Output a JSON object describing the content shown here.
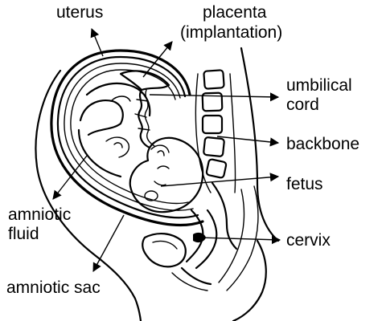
{
  "labels": {
    "uterus": "uterus",
    "placenta_line1": "placenta",
    "placenta_line2": "(implantation)",
    "umbilical_line1": "umbilical",
    "umbilical_line2": "cord",
    "backbone": "backbone",
    "fetus": "fetus",
    "amniotic_fluid_line1": "amniotic",
    "amniotic_fluid_line2": "fluid",
    "cervix": "cervix",
    "amniotic_sac": "amniotic sac"
  },
  "colors": {
    "ink": "#000000",
    "background": "#ffffff"
  }
}
